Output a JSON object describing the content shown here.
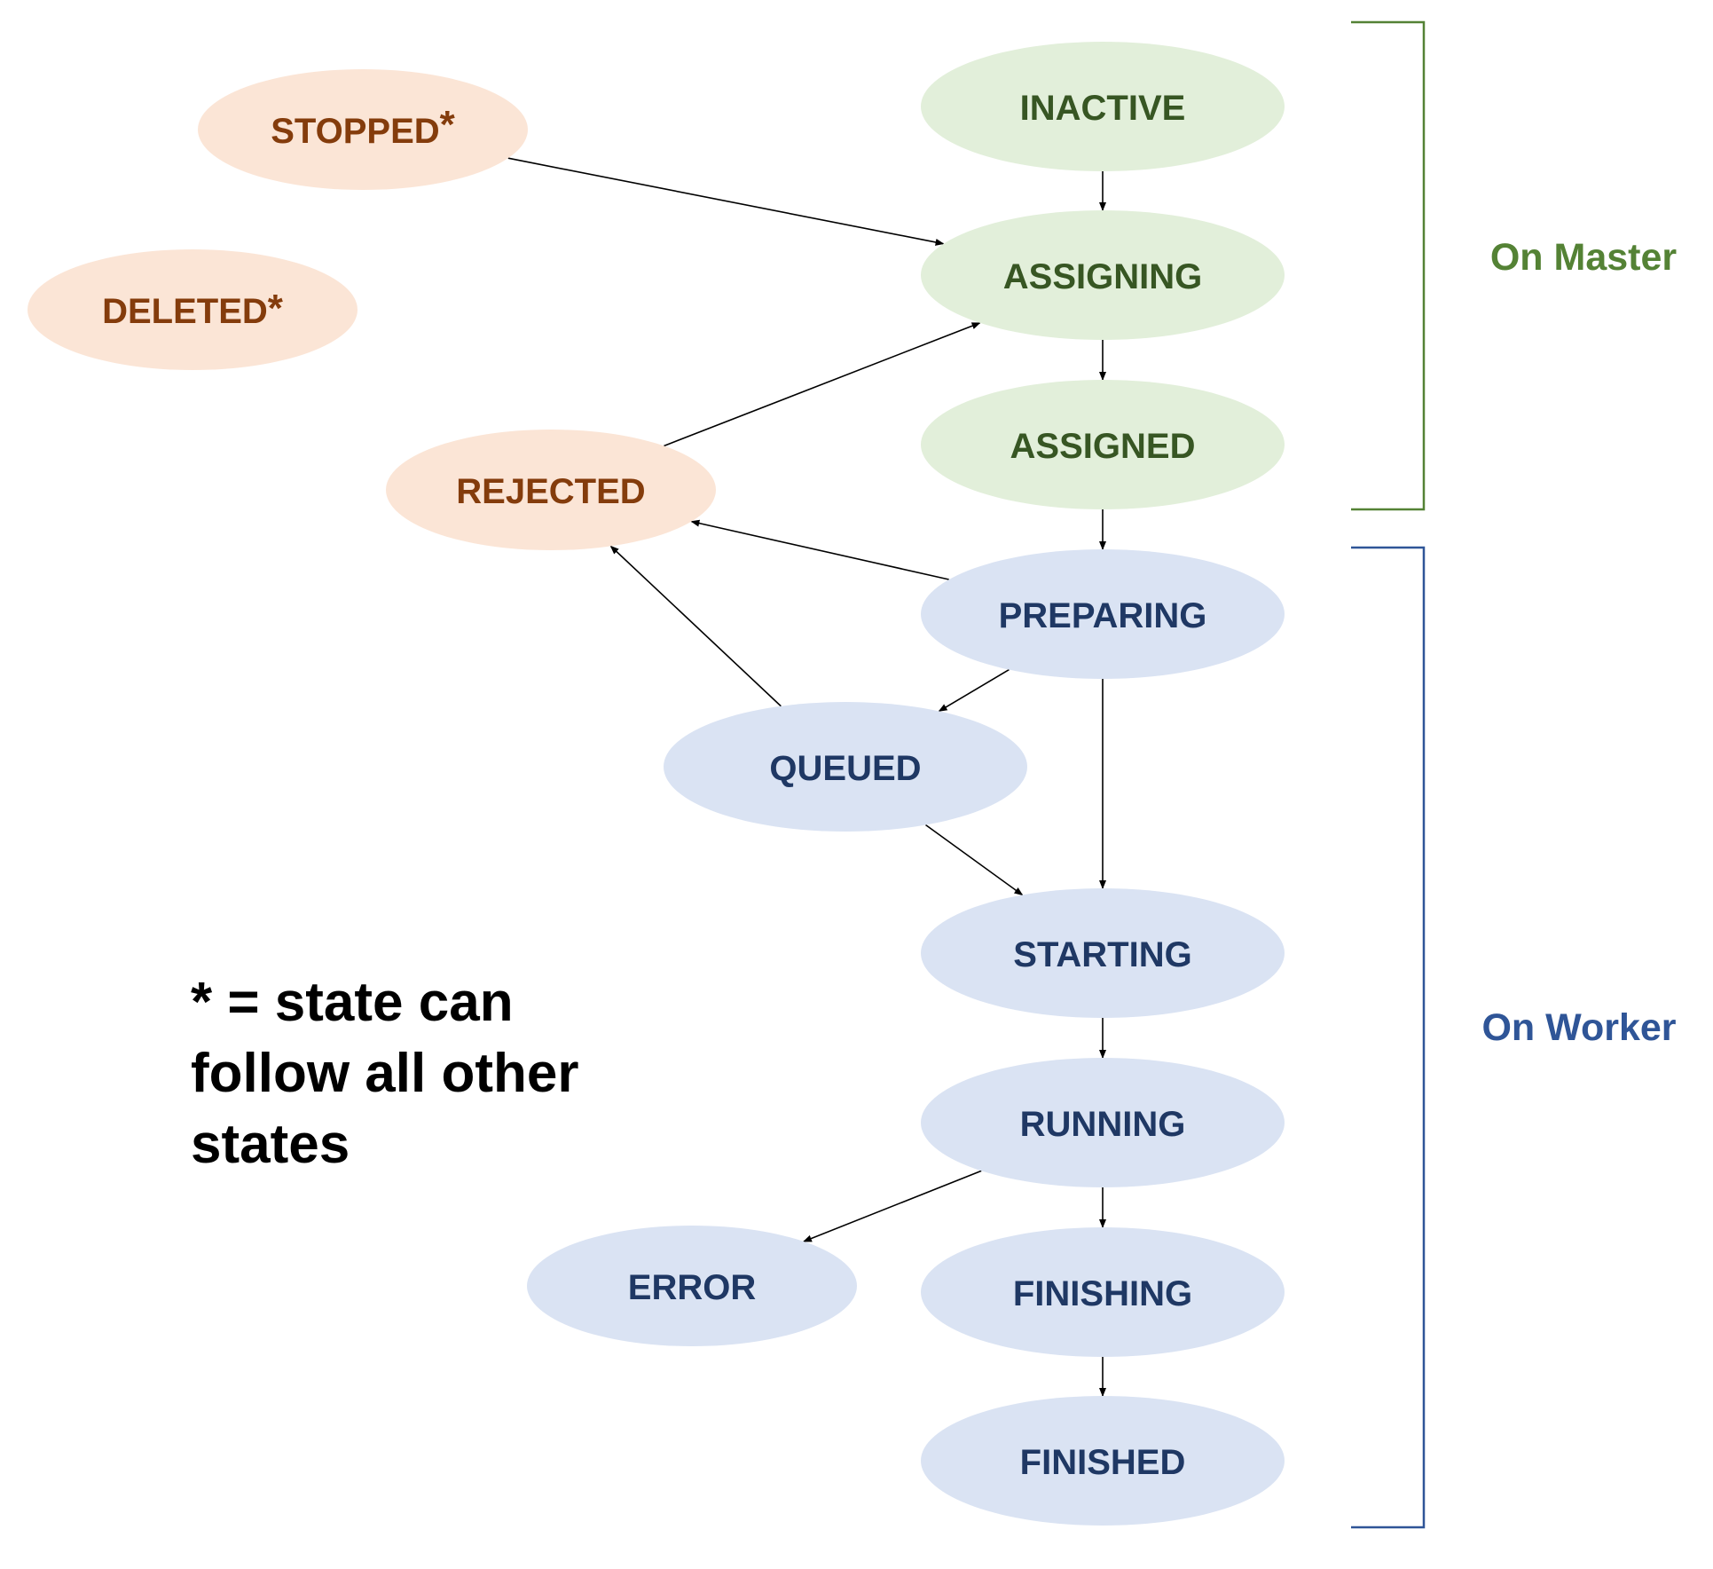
{
  "colors": {
    "master_fill": "#e2efda",
    "master_text": "#375623",
    "worker_fill": "#dae3f3",
    "worker_text": "#1f3864",
    "terminal_fill": "#fbe5d6",
    "terminal_text": "#843c0c",
    "master_bracket": "#548235",
    "worker_bracket": "#2f5597",
    "edge": "#000000"
  },
  "nodes": {
    "inactive": {
      "label": "INACTIVE",
      "star": "",
      "group": "master"
    },
    "assigning": {
      "label": "ASSIGNING",
      "star": "",
      "group": "master"
    },
    "assigned": {
      "label": "ASSIGNED",
      "star": "",
      "group": "master"
    },
    "stopped": {
      "label": "STOPPED",
      "star": "*",
      "group": "terminal"
    },
    "deleted": {
      "label": "DELETED",
      "star": "*",
      "group": "terminal"
    },
    "rejected": {
      "label": "REJECTED",
      "star": "",
      "group": "terminal"
    },
    "preparing": {
      "label": "PREPARING",
      "star": "",
      "group": "worker"
    },
    "queued": {
      "label": "QUEUED",
      "star": "",
      "group": "worker"
    },
    "starting": {
      "label": "STARTING",
      "star": "",
      "group": "worker"
    },
    "running": {
      "label": "RUNNING",
      "star": "",
      "group": "worker"
    },
    "error": {
      "label": "ERROR",
      "star": "",
      "group": "worker"
    },
    "finishing": {
      "label": "FINISHING",
      "star": "",
      "group": "worker"
    },
    "finished": {
      "label": "FINISHED",
      "star": "",
      "group": "worker"
    }
  },
  "edges": [
    {
      "from": "inactive",
      "to": "assigning"
    },
    {
      "from": "assigning",
      "to": "assigned"
    },
    {
      "from": "assigned",
      "to": "preparing"
    },
    {
      "from": "stopped",
      "to": "assigning"
    },
    {
      "from": "rejected",
      "to": "assigning"
    },
    {
      "from": "preparing",
      "to": "rejected"
    },
    {
      "from": "queued",
      "to": "rejected"
    },
    {
      "from": "preparing",
      "to": "queued"
    },
    {
      "from": "preparing",
      "to": "starting"
    },
    {
      "from": "queued",
      "to": "starting"
    },
    {
      "from": "starting",
      "to": "running"
    },
    {
      "from": "running",
      "to": "finishing"
    },
    {
      "from": "running",
      "to": "error"
    },
    {
      "from": "finishing",
      "to": "finished"
    }
  ],
  "groups": {
    "master": {
      "label": "On Master"
    },
    "worker": {
      "label": "On Worker"
    }
  },
  "footnote": {
    "lines": [
      "* = state can",
      "follow all other",
      "states"
    ]
  }
}
